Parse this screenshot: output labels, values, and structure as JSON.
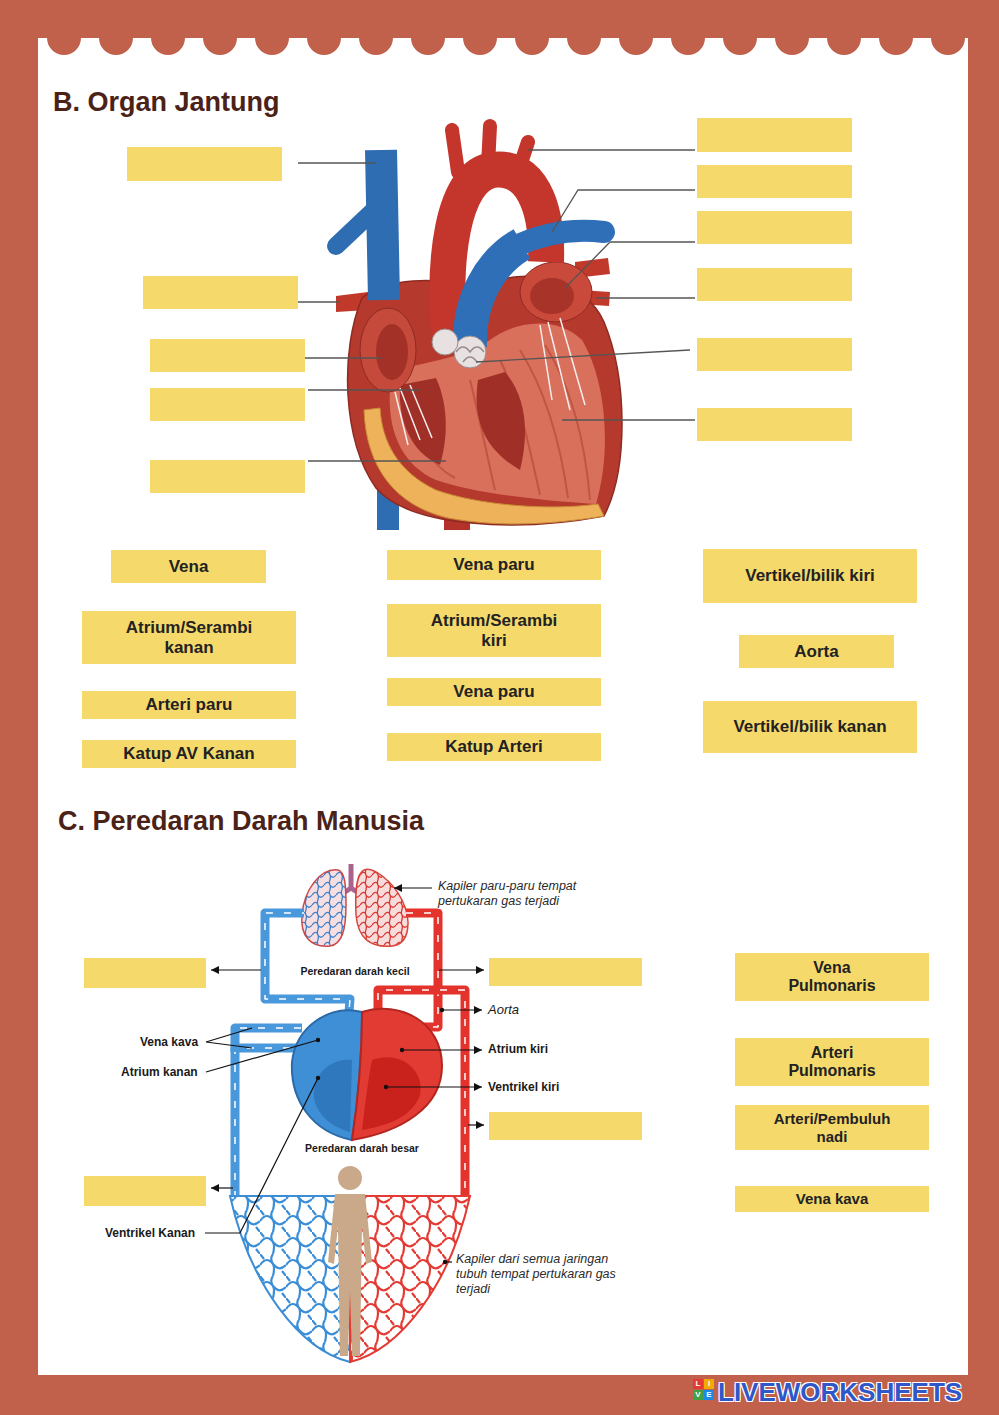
{
  "diagram": {
    "nodes": [
      {
        "text": [
          "Vena"
        ]
      },
      {
        "text": [
          "Vena paru"
        ]
      },
      {
        "text": [
          "Vertikel/bilik kiri"
        ]
      },
      {
        "text": [
          "Atrium/Serambi kanan"
        ]
      },
      {
        "text": [
          "Atrium/Serambi kiri"
        ]
      },
      {
        "text": [
          "Aorta"
        ]
      },
      {
        "text": [
          "Vena paru"
        ]
      },
      {
        "text": [
          "Arteri paru"
        ]
      },
      {
        "text": [
          "Vertikel/bilik kanan"
        ]
      },
      {
        "text": [
          "Katup AV Kanan"
        ]
      },
      {
        "text": [
          "Katup Arteri"
        ]
      },
      {
        "text": [
          "Vena Pulmonaris"
        ]
      },
      {
        "text": [
          "Arteri Pulmonaris"
        ]
      },
      {
        "text": [
          "Arteri/Pembuluh nadi"
        ]
      },
      {
        "text": [
          "Vena kava"
        ]
      }
    ],
    "labels": [
      "B. Organ Jantung",
      "C. Peredaran Darah Manusia",
      "Kapiler paru-paru tempat pertukaran gas terjadi",
      "Peredaran darah kecil",
      "Aorta",
      "Vena kava",
      "Atrium kanan",
      "Atrium kiri",
      "Ventrikel kiri",
      "Peredaran darah besar",
      "Ventrikel Kanan",
      "Kapiler dari semua jaringan tubuh tempat pertukaran gas terjadi",
      "LIVEWORKSHEETS",
      "L",
      "I",
      "V",
      "E"
    ]
  }
}
